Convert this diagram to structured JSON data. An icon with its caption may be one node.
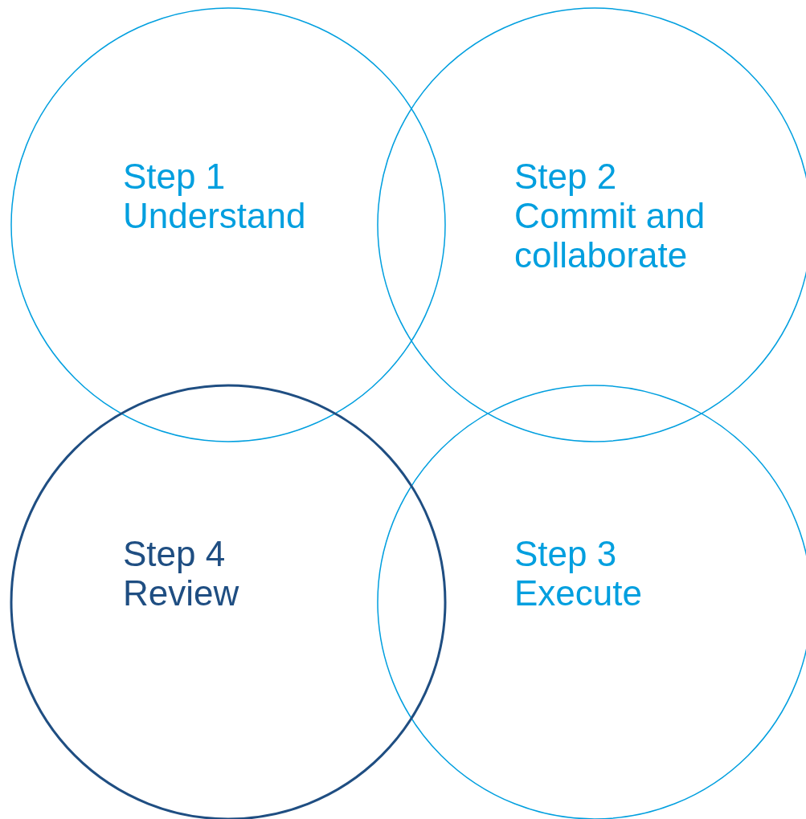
{
  "diagram": {
    "nodes": [
      {
        "text": [
          "Step 1",
          "Understand"
        ]
      },
      {
        "text": [
          "Step 2",
          "Commit and collaborate"
        ]
      },
      {
        "text": [
          "Step 3",
          "Execute"
        ]
      },
      {
        "text": [
          "Step 4",
          "Review"
        ]
      }
    ]
  }
}
